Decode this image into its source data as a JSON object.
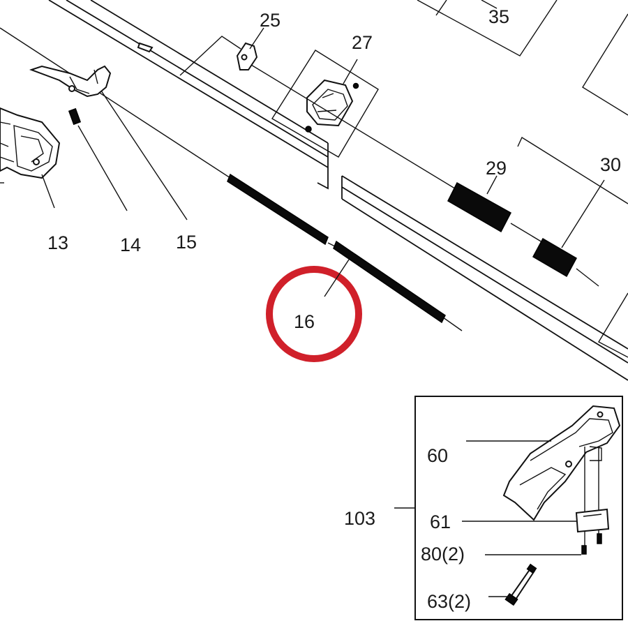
{
  "diagram": {
    "highlight_color": "#d0202a",
    "labels": {
      "l13": "13",
      "l14": "14",
      "l15": "15",
      "l16": "16",
      "l25": "25",
      "l27": "27",
      "l29": "29",
      "l30": "30",
      "l35": "35",
      "l60": "60",
      "l61": "61",
      "l103": "103",
      "l80": "80(2)",
      "l63": "63(2)"
    }
  }
}
